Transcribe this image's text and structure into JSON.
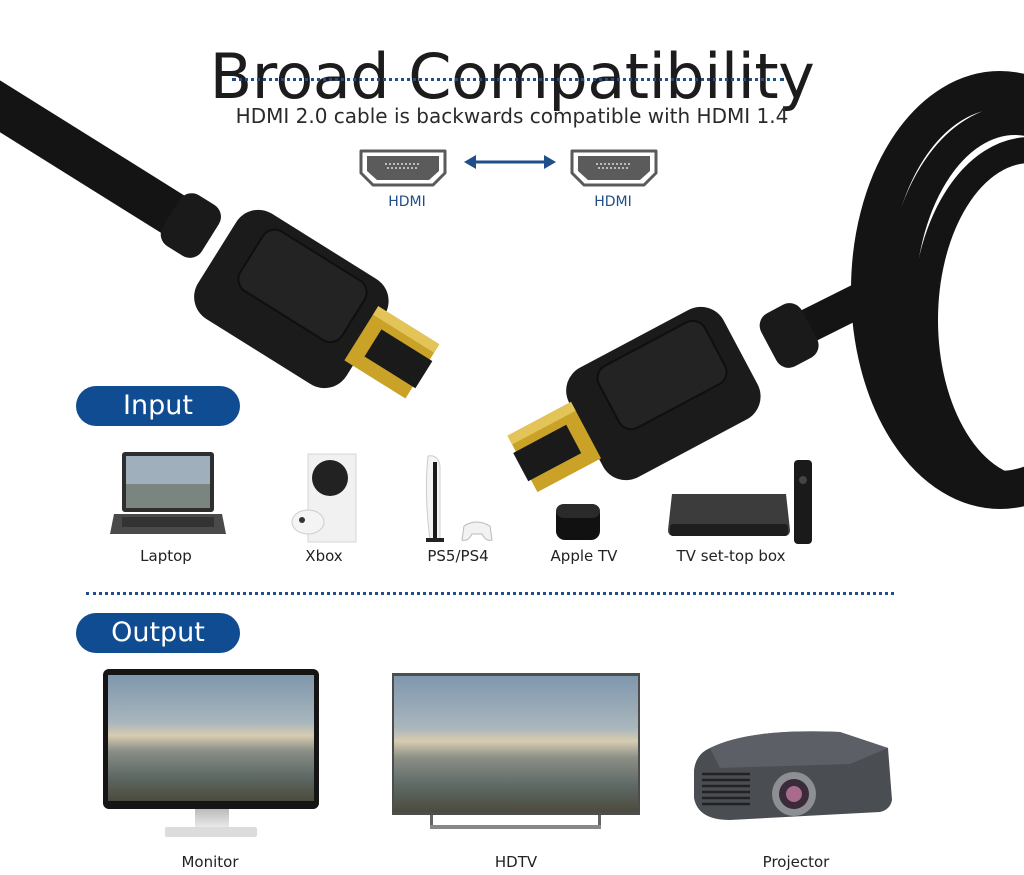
{
  "header": {
    "title": "Broad Compatibility",
    "subtitle": "HDMI 2.0 cable is backwards compatible with HDMI 1.4"
  },
  "ports": {
    "left_label": "HDMI",
    "right_label": "HDMI",
    "arrow_icon": "double-arrow-icon"
  },
  "colors": {
    "accent_blue": "#0f4c92",
    "label_blue": "#1f4f8a",
    "cable_black": "#151515",
    "gold": "#c9a227"
  },
  "input": {
    "heading": "Input",
    "devices": [
      {
        "label": "Laptop",
        "icon": "laptop-icon"
      },
      {
        "label": "Xbox",
        "icon": "xbox-icon"
      },
      {
        "label": "PS5/PS4",
        "icon": "playstation-icon"
      },
      {
        "label": "Apple TV",
        "icon": "apple-tv-icon"
      },
      {
        "label": "TV set-top box",
        "icon": "set-top-box-icon"
      }
    ]
  },
  "output": {
    "heading": "Output",
    "devices": [
      {
        "label": "Monitor",
        "icon": "monitor-icon"
      },
      {
        "label": "HDTV",
        "icon": "hdtv-icon"
      },
      {
        "label": "Projector",
        "icon": "projector-icon"
      }
    ]
  }
}
